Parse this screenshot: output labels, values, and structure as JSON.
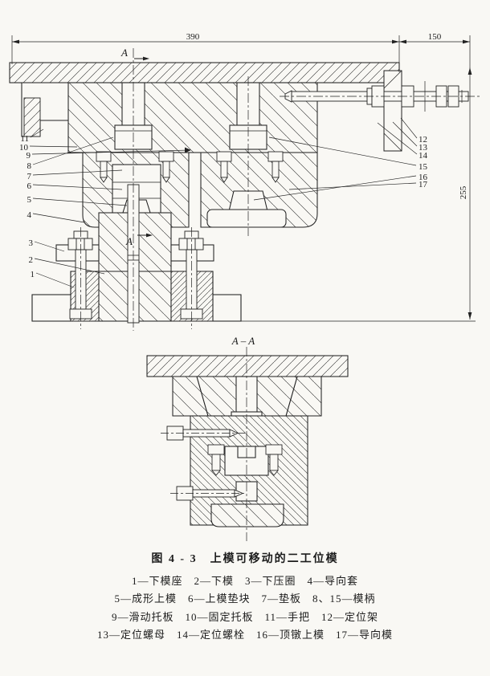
{
  "page": {
    "paper_color": "#f9f8f4",
    "ink_color": "#1c1c1c"
  },
  "dimensions": {
    "width_main": "390",
    "width_right": "150",
    "height_right": "255"
  },
  "sections": {
    "cut_label_top": "A",
    "cut_label_mid": "A",
    "view_title": "A – A"
  },
  "part_numbers": [
    "1",
    "2",
    "3",
    "4",
    "5",
    "6",
    "7",
    "8",
    "9",
    "10",
    "11",
    "12",
    "13",
    "14",
    "15",
    "16",
    "17"
  ],
  "caption": {
    "title": "图 4 - 3　上模可移动的二工位模",
    "line1": "1—下模座　2—下模　3—下压圈　4—导向套",
    "line2": "5—成形上模　6—上模垫块　7—垫板　8、15—模柄",
    "line3": "9—滑动托板　10—固定托板　11—手把　12—定位架",
    "line4": "13—定位螺母　14—定位螺栓　16—顶镦上模　17—导向模"
  }
}
